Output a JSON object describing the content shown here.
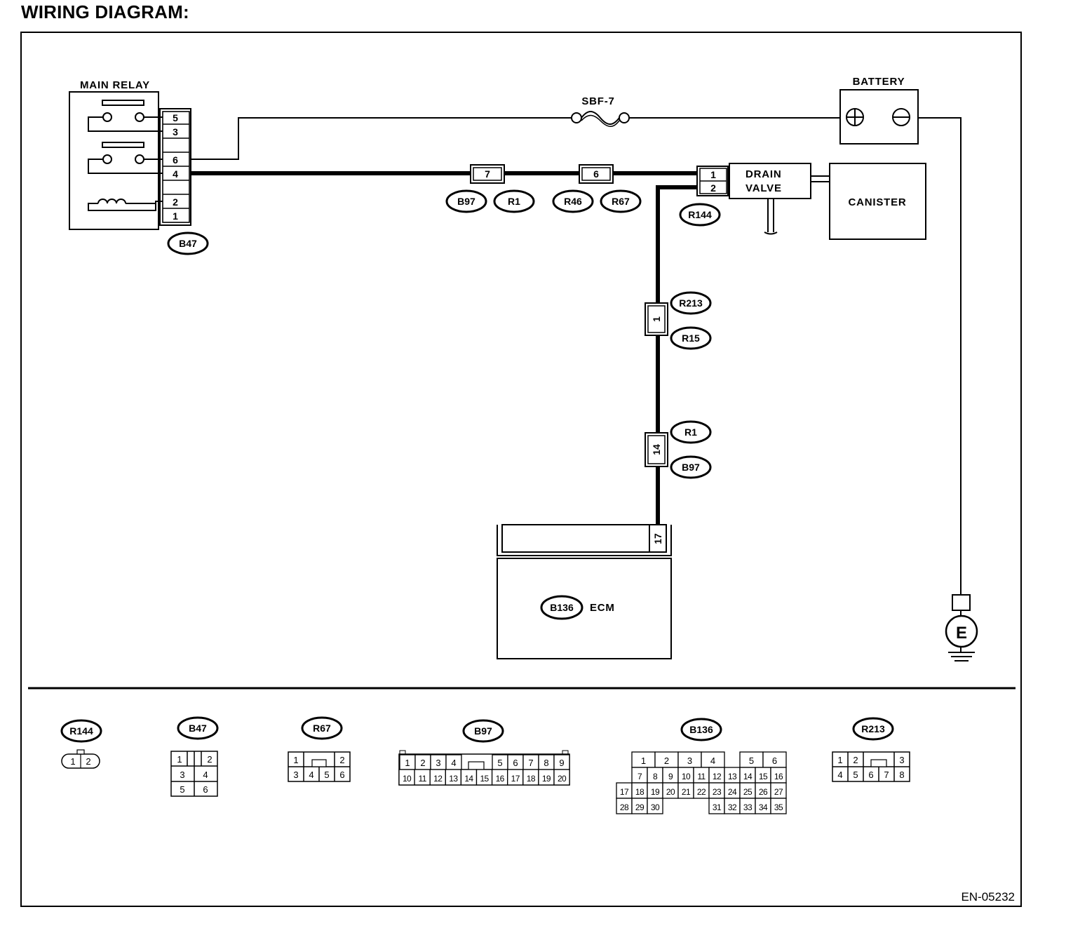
{
  "title": "WIRING DIAGRAM:",
  "doc_code": "EN-05232",
  "components": {
    "main_relay": "MAIN RELAY",
    "battery": "BATTERY",
    "fuse": "SBF-7",
    "drain_valve_line1": "DRAIN",
    "drain_valve_line2": "VALVE",
    "canister": "CANISTER",
    "ecm": "ECM",
    "ground": "E"
  },
  "relay_pins": [
    "5",
    "3",
    "6",
    "4",
    "2",
    "1"
  ],
  "inline_pins": {
    "b97_r1_top": "7",
    "r46_r67": "6",
    "r213_r15": "1",
    "r1_b97_vertical": "14",
    "ecm_pin": "17",
    "drain_valve_pins": [
      "1",
      "2"
    ]
  },
  "connector_tags": {
    "b47": "B47",
    "b97": "B97",
    "r1": "R1",
    "r46": "R46",
    "r67": "R67",
    "r144": "R144",
    "r213": "R213",
    "r15": "R15",
    "r1_lower": "R1",
    "b97_lower": "B97",
    "b136": "B136"
  },
  "connector_faces": [
    {
      "id": "R144",
      "pins": [
        "1",
        "2"
      ]
    },
    {
      "id": "B47",
      "pins": [
        "1",
        "2",
        "3",
        "4",
        "5",
        "6"
      ]
    },
    {
      "id": "R67",
      "pins": [
        "1",
        "2",
        "3",
        "4",
        "5",
        "6"
      ]
    },
    {
      "id": "B97",
      "pins": [
        "1",
        "2",
        "3",
        "4",
        "5",
        "6",
        "7",
        "8",
        "9",
        "10",
        "11",
        "12",
        "13",
        "14",
        "15",
        "16",
        "17",
        "18",
        "19",
        "20"
      ]
    },
    {
      "id": "B136",
      "pins": [
        "1",
        "2",
        "3",
        "4",
        "5",
        "6",
        "7",
        "8",
        "9",
        "10",
        "11",
        "12",
        "13",
        "14",
        "15",
        "16",
        "17",
        "18",
        "19",
        "20",
        "21",
        "22",
        "23",
        "24",
        "25",
        "26",
        "27",
        "28",
        "29",
        "30",
        "31",
        "32",
        "33",
        "34",
        "35"
      ]
    },
    {
      "id": "R213",
      "pins": [
        "1",
        "2",
        "3",
        "4",
        "5",
        "6",
        "7",
        "8"
      ]
    }
  ]
}
